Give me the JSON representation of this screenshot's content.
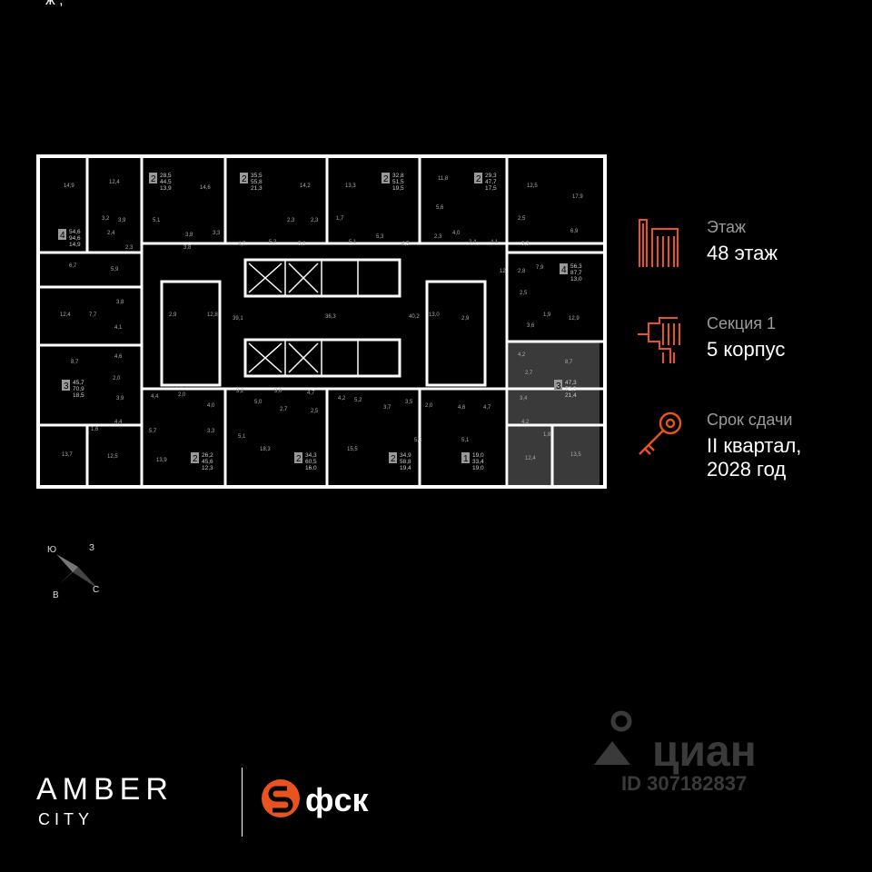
{
  "header_fragment": "ж  ,",
  "info": {
    "floor": {
      "label": "Этаж",
      "value": "48 этаж",
      "icon": "building-floors-icon"
    },
    "section": {
      "label": "Секция 1",
      "value": "5 корпус",
      "icon": "stairs-section-icon"
    },
    "deadline": {
      "label": "Срок сдачи",
      "value_line1": "II квартал,",
      "value_line2": "2028 год",
      "icon": "key-icon"
    }
  },
  "accent_color": "#e8531f",
  "highlight_color": "#3a3a3a",
  "compass": {
    "n": "Ю",
    "e": "З",
    "s": "С",
    "w": "В"
  },
  "brand": {
    "name": "AMBER",
    "sub": "CITY",
    "developer": "фск"
  },
  "watermark": {
    "logo": "циан",
    "id": "ID 307182837"
  },
  "apartments": [
    {
      "rooms": "2",
      "a1": "28,5",
      "a2": "44,5",
      "a3": "13,9"
    },
    {
      "rooms": "2",
      "a1": "35,5",
      "a2": "55,8",
      "a3": "21,3"
    },
    {
      "rooms": "2",
      "a1": "32,8",
      "a2": "51,5",
      "a3": "19,5"
    },
    {
      "rooms": "2",
      "a1": "29,3",
      "a2": "47,7",
      "a3": "17,5"
    },
    {
      "rooms": "4",
      "a1": "54,6",
      "a2": "94,6",
      "a3": "14,9"
    },
    {
      "rooms": "4",
      "a1": "56,3",
      "a2": "87,7",
      "a3": "13,0"
    },
    {
      "rooms": "3",
      "a1": "45,7",
      "a2": "70,9",
      "a3": "18,5"
    },
    {
      "rooms": "3",
      "a1": "47,3",
      "a2": "72,3",
      "a3": "21,4"
    },
    {
      "rooms": "2",
      "a1": "26,2",
      "a2": "45,6",
      "a3": "12,3"
    },
    {
      "rooms": "2",
      "a1": "34,3",
      "a2": "60,5",
      "a3": "16,0"
    },
    {
      "rooms": "2",
      "a1": "34,9",
      "a2": "58,8",
      "a3": "19,4"
    },
    {
      "rooms": "1",
      "a1": "19,0",
      "a2": "33,4",
      "a3": "19,0"
    }
  ],
  "room_labels": [
    "14,9",
    "12,4",
    "14,6",
    "14,2",
    "13,3",
    "11,8",
    "12,5",
    "17,9",
    "3,2",
    "3,9",
    "5,1",
    "2,3",
    "2,3",
    "1,7",
    "5,6",
    "4,0",
    "2,5",
    "6,9",
    "2,4",
    "2,3",
    "3,8",
    "3,3",
    "4,7",
    "5,2",
    "5,8",
    "5,1",
    "5,3",
    "4,5",
    "2,3",
    "2,4",
    "4,1",
    "3,3",
    "6,7",
    "5,9",
    "3,8",
    "7,9",
    "12",
    "2,8",
    "12,4",
    "7,7",
    "3,8",
    "4,1",
    "2,9",
    "12,8",
    "39,1",
    "36,3",
    "40,2",
    "13,0",
    "2,9",
    "2,5",
    "1,9",
    "3,6",
    "12,9",
    "8,7",
    "4,6",
    "4,2",
    "8,7",
    "2,7",
    "3,4",
    "2,0",
    "3,9",
    "4,4",
    "2,0",
    "4,0",
    "3,2",
    "5,0",
    "3,0",
    "4,7",
    "4,2",
    "5,2",
    "3,7",
    "3,5",
    "2,0",
    "4,6",
    "4,7",
    "2,7",
    "2,5",
    "1,6",
    "4,4",
    "5,7",
    "3,3",
    "5,1",
    "5,3",
    "5,1",
    "1,8",
    "4,2",
    "13,7",
    "12,5",
    "13,9",
    "18,3",
    "15,5",
    "12,4",
    "13,5"
  ]
}
